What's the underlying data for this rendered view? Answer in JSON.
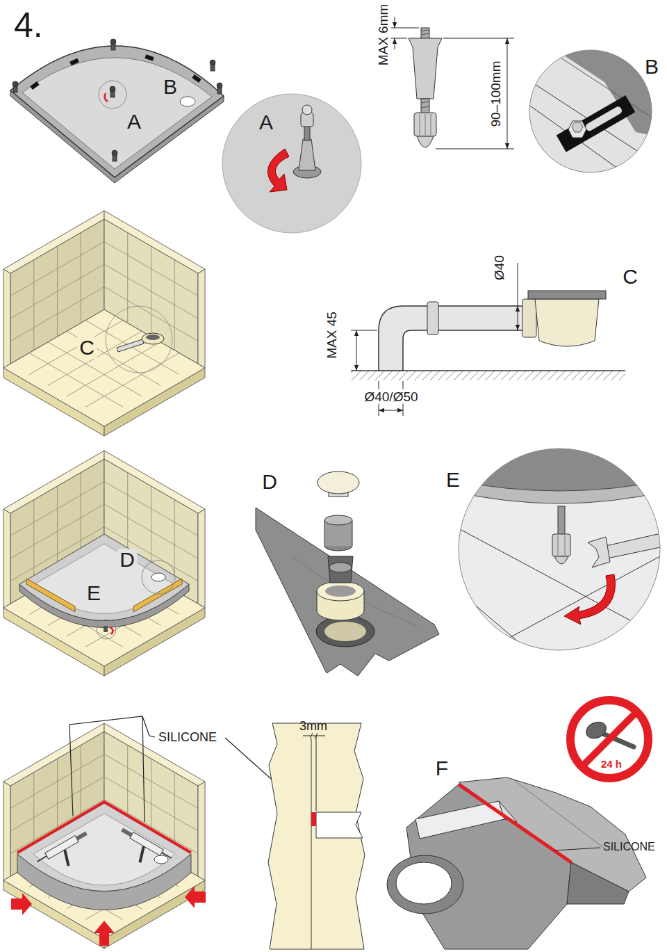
{
  "diagram": {
    "title": "4.",
    "labels": [
      "B",
      "A",
      "A",
      "MAX 6mm",
      "90–100mm",
      "B",
      "C",
      "Ø40",
      "C",
      "MAX 45",
      "Ø40/Ø50",
      "D",
      "E",
      "D",
      "E",
      "SILICONE",
      "3mm",
      "F",
      "SILICONE",
      "24 h"
    ]
  }
}
